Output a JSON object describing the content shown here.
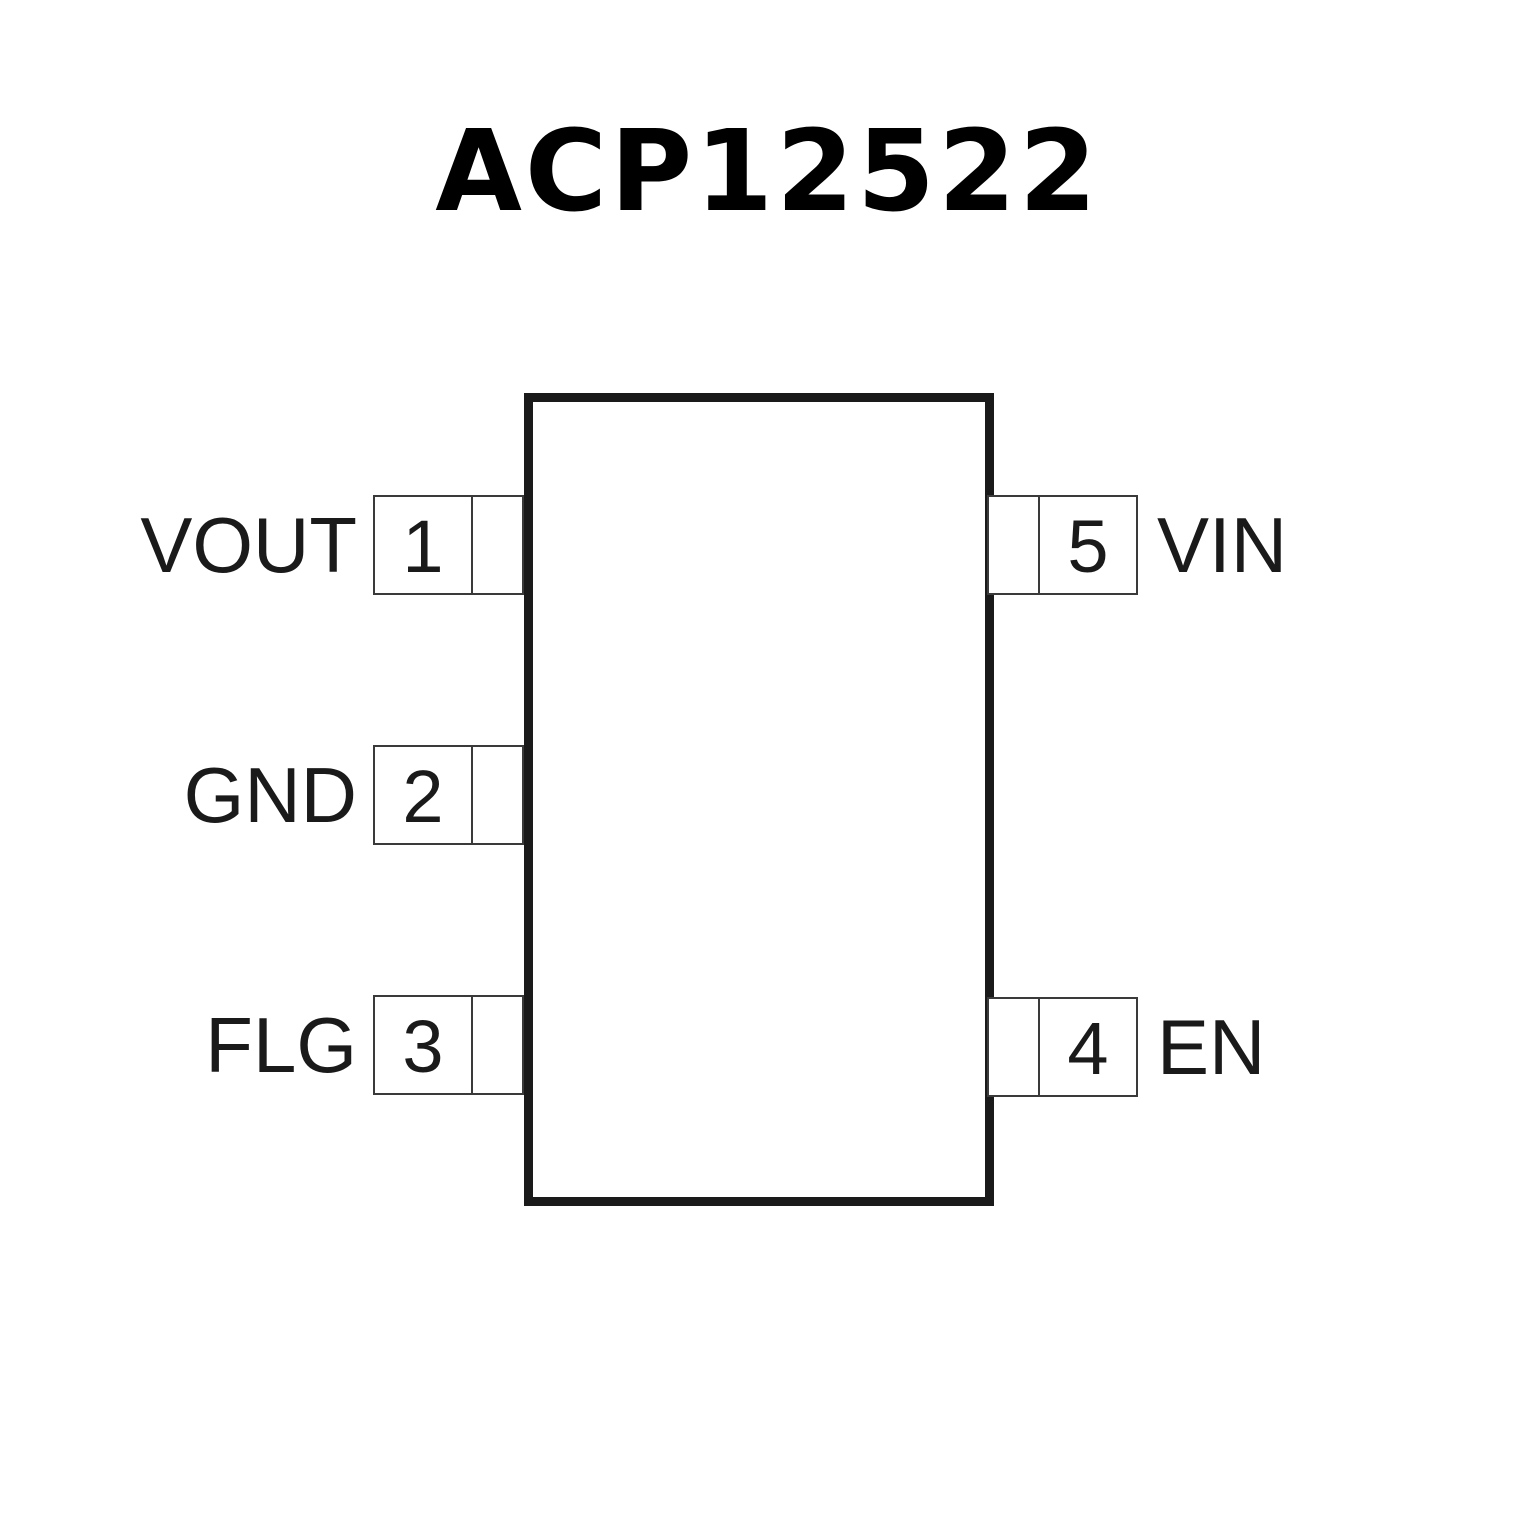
{
  "title": "ACP12522",
  "pins": {
    "left": [
      {
        "number": "1",
        "name": "VOUT"
      },
      {
        "number": "2",
        "name": "GND"
      },
      {
        "number": "3",
        "name": "FLG"
      }
    ],
    "right": [
      {
        "number": "5",
        "name": "VIN"
      },
      {
        "number": "4",
        "name": "EN"
      }
    ]
  }
}
